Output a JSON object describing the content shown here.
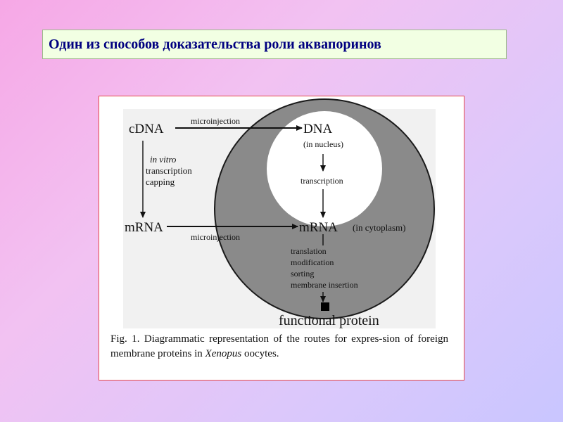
{
  "slide": {
    "title": "Один из способов доказательства роли аквапоринов"
  },
  "diagram": {
    "nodes": {
      "cdna": "cDNA",
      "dna": "DNA",
      "dna_note": "(in nucleus)",
      "mrna_left": "mRNA",
      "mrna_right": "mRNA",
      "mrna_right_note": "(in cytoplasm)",
      "protein": "functional protein"
    },
    "edges": {
      "microinjection_top": "microinjection",
      "microinjection_bottom": "microinjection",
      "in_vitro": "in vitro",
      "transcription_left": "transcription",
      "capping": "capping",
      "transcription_nucleus": "transcription",
      "translation": "translation",
      "modification": "modification",
      "sorting": "sorting",
      "membrane_insertion": "membrane insertion"
    }
  },
  "caption": {
    "prefix": "Fig. 1. Diagrammatic representation of the routes for expres-sion of foreign membrane proteins in ",
    "species": "Xenopus",
    "suffix": " oocytes."
  },
  "colors": {
    "title_bg": "#f2ffe3",
    "title_text": "#000080",
    "frame_border": "#e54a4a",
    "cell_fill": "#8a8a8a",
    "nucleus_fill": "#ffffff"
  }
}
